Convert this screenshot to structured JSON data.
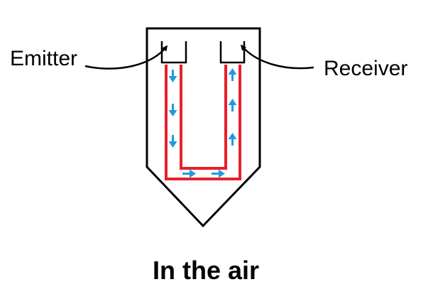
{
  "labels": {
    "emitter": "Emitter",
    "receiver": "Receiver",
    "caption": "In the air"
  },
  "colors": {
    "outline": "#000000",
    "light_path": "#e8202a",
    "arrow": "#1e9be0",
    "background": "#ffffff"
  },
  "icons": {
    "down_arrow": "arrow-down-icon",
    "right_arrow": "arrow-right-icon",
    "up_arrow": "arrow-up-icon"
  }
}
